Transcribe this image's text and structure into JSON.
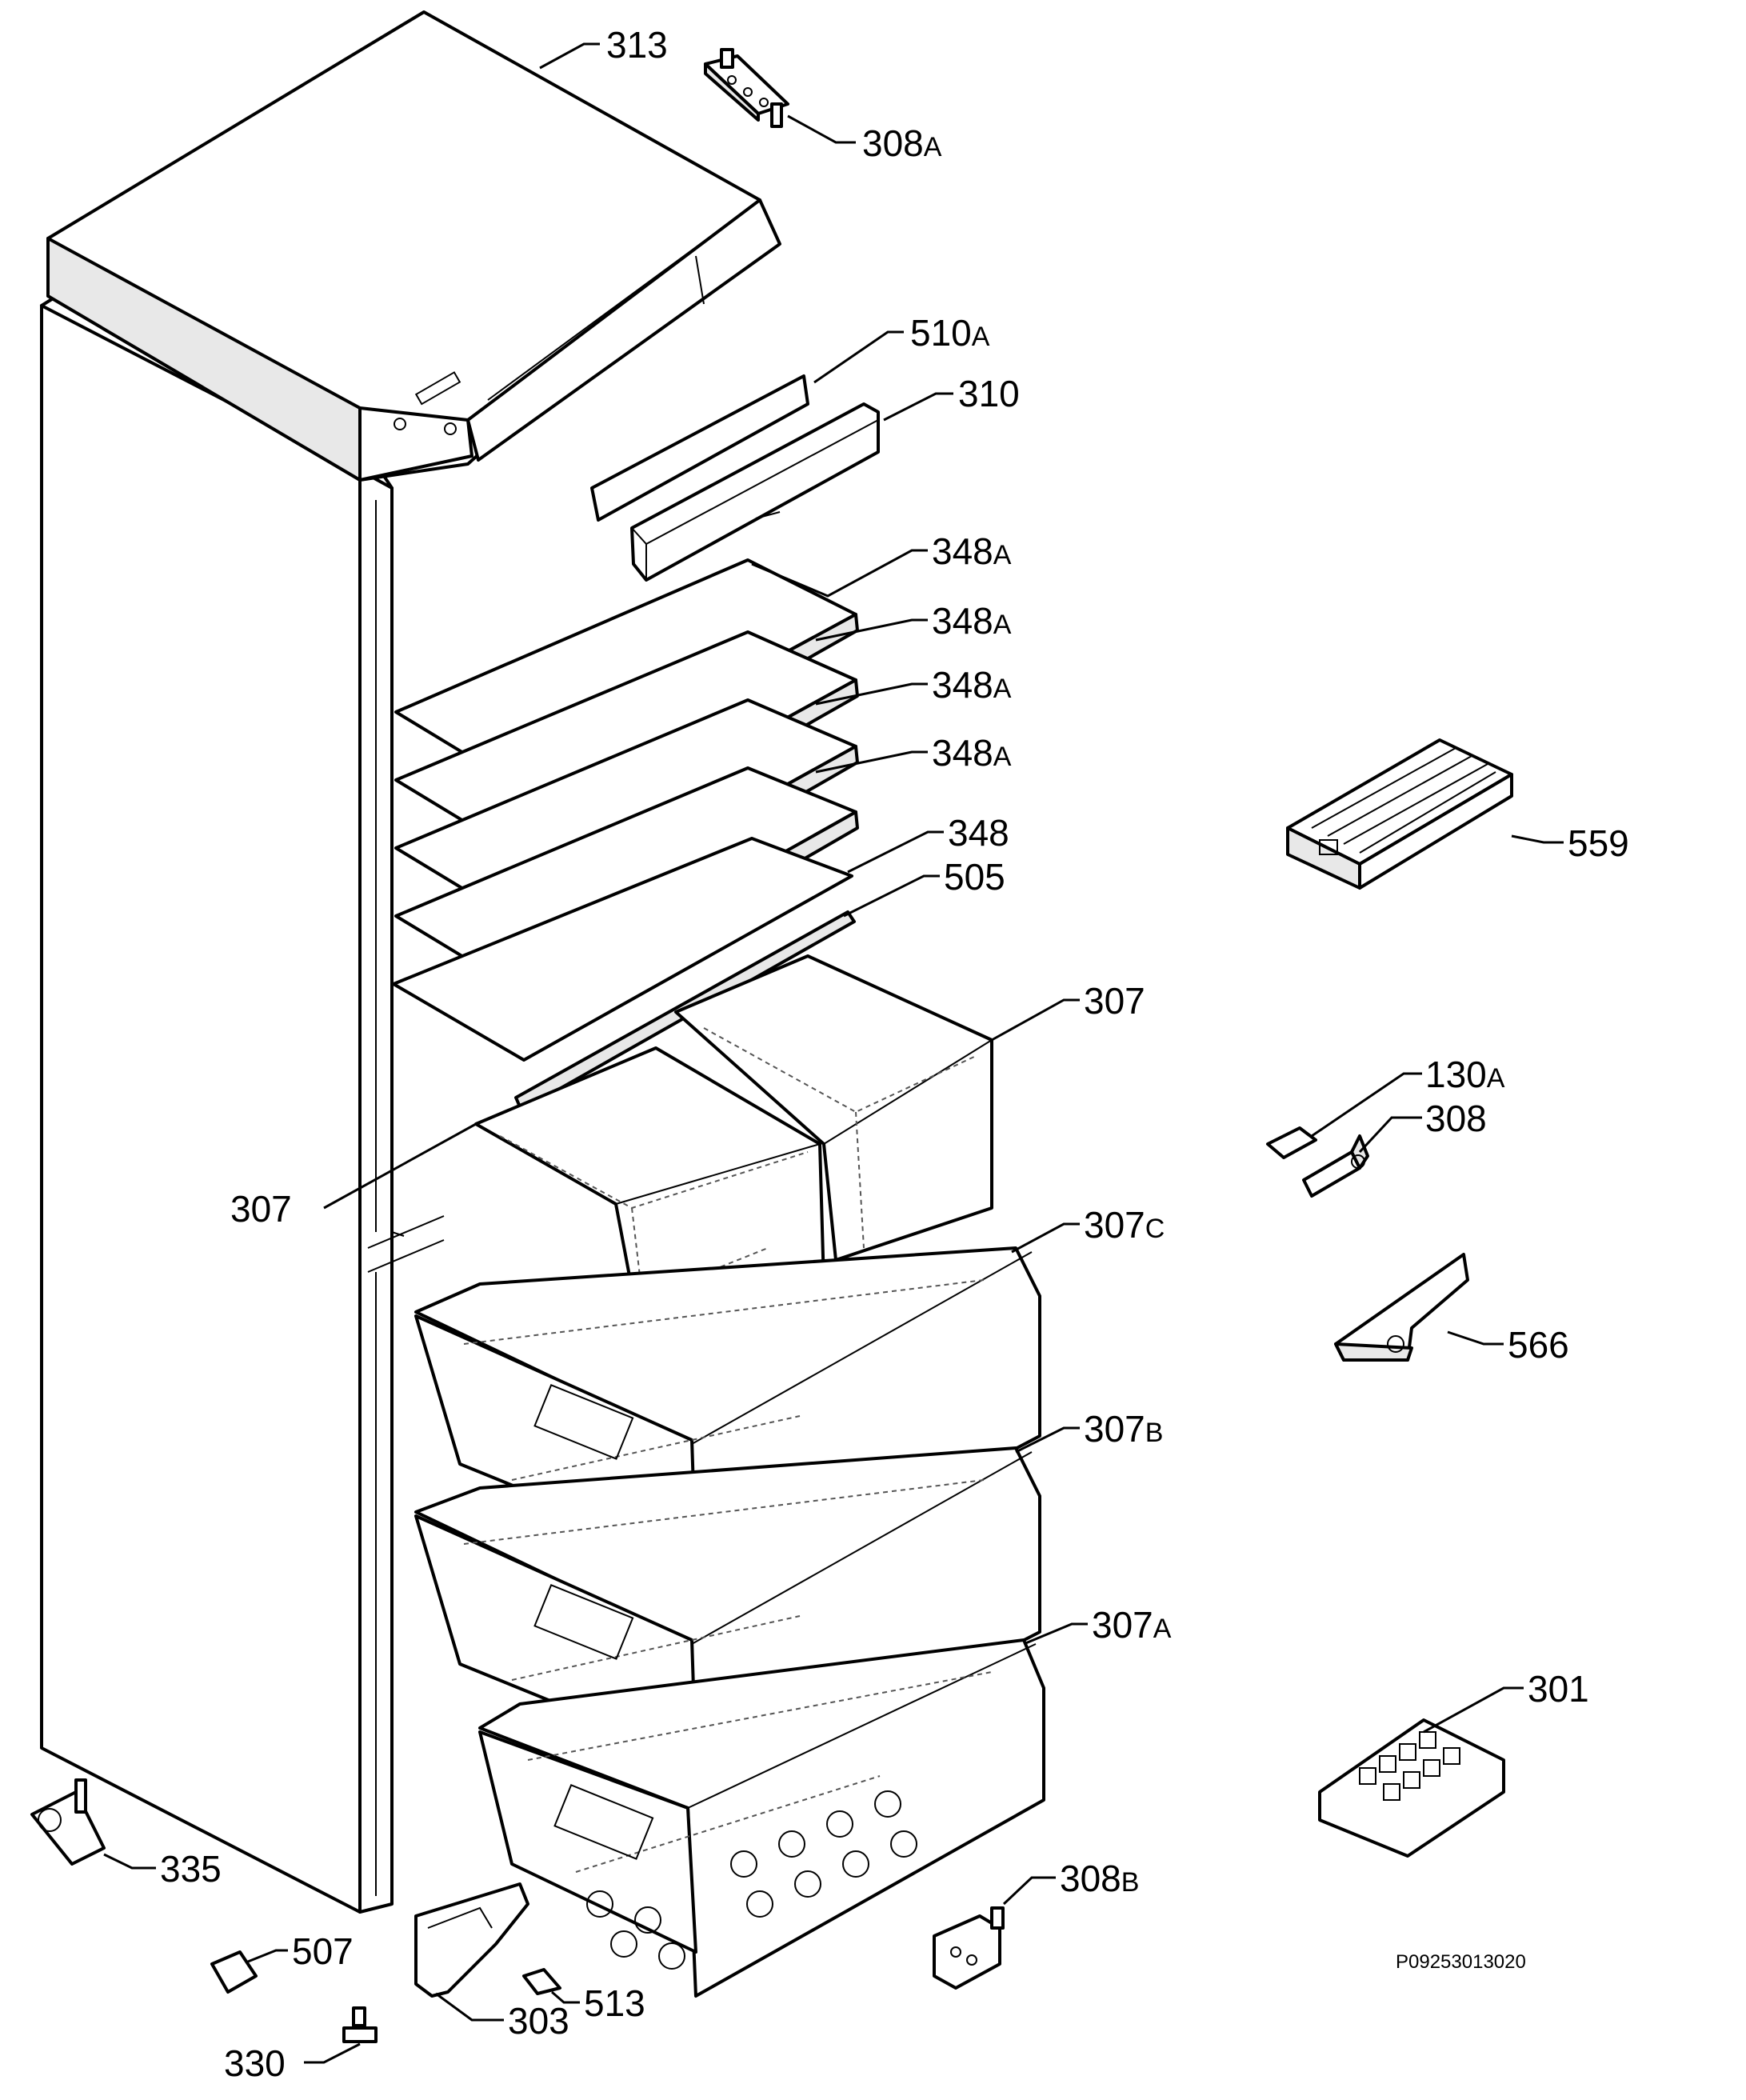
{
  "diagram": {
    "drawing_code": "P09253013020",
    "parts": [
      {
        "id": "p313",
        "number": "313",
        "suffix": ""
      },
      {
        "id": "p308a",
        "number": "308",
        "suffix": "A"
      },
      {
        "id": "p510a",
        "number": "510",
        "suffix": "A"
      },
      {
        "id": "p310",
        "number": "310",
        "suffix": ""
      },
      {
        "id": "p348a1",
        "number": "348",
        "suffix": "A"
      },
      {
        "id": "p348a2",
        "number": "348",
        "suffix": "A"
      },
      {
        "id": "p348a3",
        "number": "348",
        "suffix": "A"
      },
      {
        "id": "p348a4",
        "number": "348",
        "suffix": "A"
      },
      {
        "id": "p348",
        "number": "348",
        "suffix": ""
      },
      {
        "id": "p505",
        "number": "505",
        "suffix": ""
      },
      {
        "id": "p307r",
        "number": "307",
        "suffix": ""
      },
      {
        "id": "p307l",
        "number": "307",
        "suffix": ""
      },
      {
        "id": "p307c",
        "number": "307",
        "suffix": "C"
      },
      {
        "id": "p307b",
        "number": "307",
        "suffix": "B"
      },
      {
        "id": "p307a",
        "number": "307",
        "suffix": "A"
      },
      {
        "id": "p559",
        "number": "559",
        "suffix": ""
      },
      {
        "id": "p130a",
        "number": "130",
        "suffix": "A"
      },
      {
        "id": "p308",
        "number": "308",
        "suffix": ""
      },
      {
        "id": "p566",
        "number": "566",
        "suffix": ""
      },
      {
        "id": "p301",
        "number": "301",
        "suffix": ""
      },
      {
        "id": "p308b",
        "number": "308",
        "suffix": "B"
      },
      {
        "id": "p335",
        "number": "335",
        "suffix": ""
      },
      {
        "id": "p507",
        "number": "507",
        "suffix": ""
      },
      {
        "id": "p513",
        "number": "513",
        "suffix": ""
      },
      {
        "id": "p330",
        "number": "330",
        "suffix": ""
      },
      {
        "id": "p303",
        "number": "303",
        "suffix": ""
      }
    ]
  }
}
